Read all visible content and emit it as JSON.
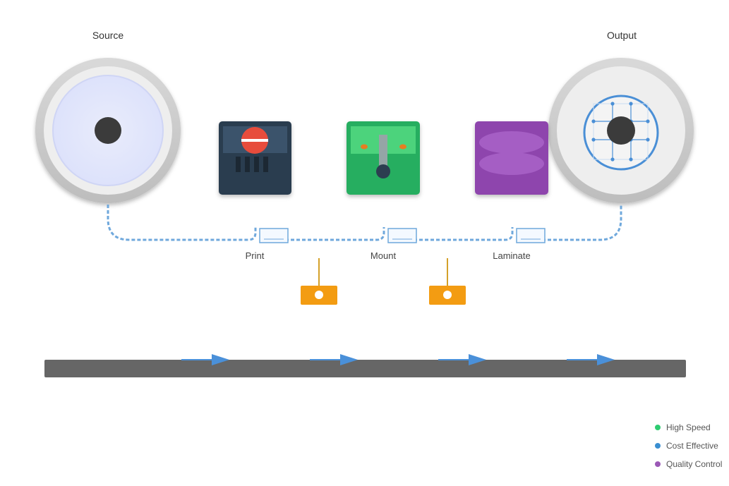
{
  "diagram": {
    "source_label": "Source",
    "output_label": "Output",
    "stages": [
      {
        "label": "Print"
      },
      {
        "label": "Mount"
      },
      {
        "label": "Laminate"
      }
    ]
  },
  "legend": {
    "items": [
      {
        "label": "High Speed",
        "color": "#2ecc71"
      },
      {
        "label": "Cost Effective",
        "color": "#3a8fd1"
      },
      {
        "label": "Quality Control",
        "color": "#9b59b6"
      }
    ]
  },
  "colors": {
    "print_unit": "#2c3e50",
    "mount_unit": "#27ae60",
    "laminate_unit": "#8e44ad",
    "sensor": "#f39c12",
    "web_path": "#6fa8dc",
    "conveyor": "#666666",
    "arrow": "#4a90d9"
  }
}
